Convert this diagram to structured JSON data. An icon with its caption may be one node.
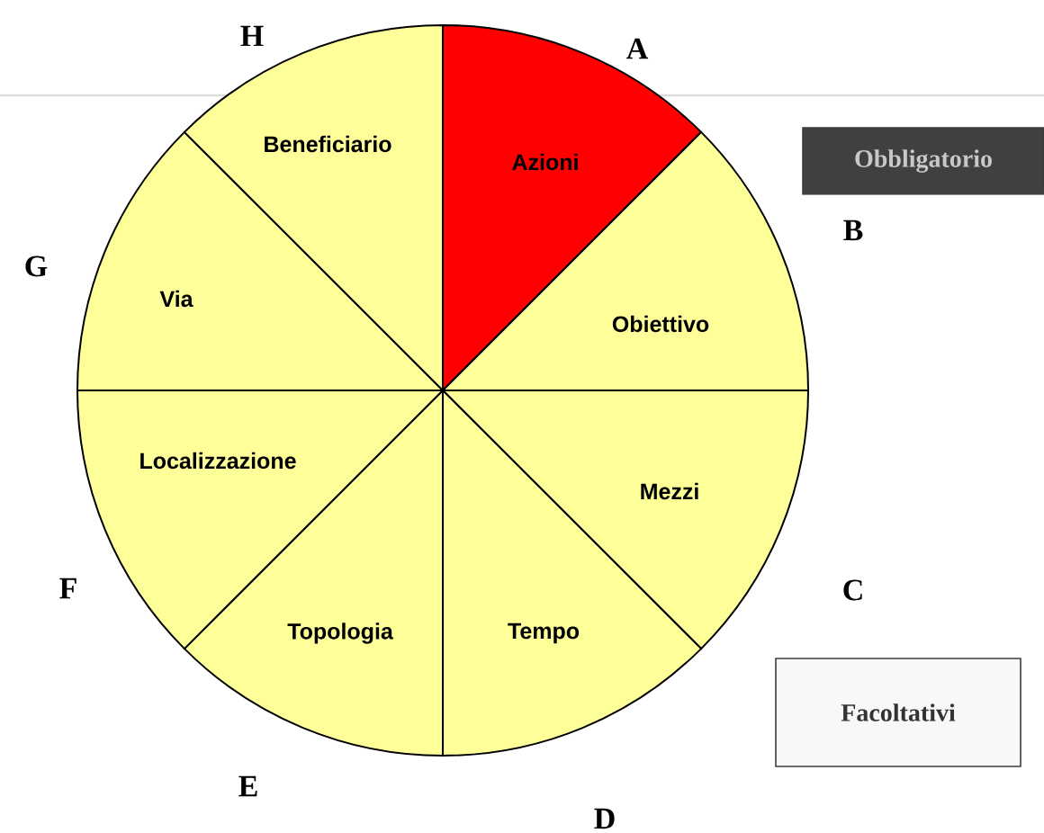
{
  "diagram": {
    "nodes": [
      {
        "text": [
          "Azioni"
        ],
        "beside": [
          "A"
        ]
      },
      {
        "text": [
          "Obiettivo"
        ],
        "beside": [
          "B"
        ]
      },
      {
        "text": [
          "Mezzi"
        ],
        "beside": [
          "C"
        ]
      },
      {
        "text": [
          "Tempo"
        ],
        "beside": [
          "D"
        ]
      },
      {
        "text": [
          "Topologia"
        ],
        "beside": [
          "E"
        ]
      },
      {
        "text": [
          "Localizzazione"
        ],
        "beside": [
          "F"
        ]
      },
      {
        "text": [
          "Via"
        ],
        "beside": [
          "G"
        ]
      },
      {
        "text": [
          "Beneficiario"
        ],
        "beside": [
          "H"
        ]
      }
    ],
    "legend": [
      {
        "text": "Obbligatorio",
        "color": "#404040"
      },
      {
        "text": "Facoltativi",
        "color": "#f8f8f8"
      }
    ]
  }
}
